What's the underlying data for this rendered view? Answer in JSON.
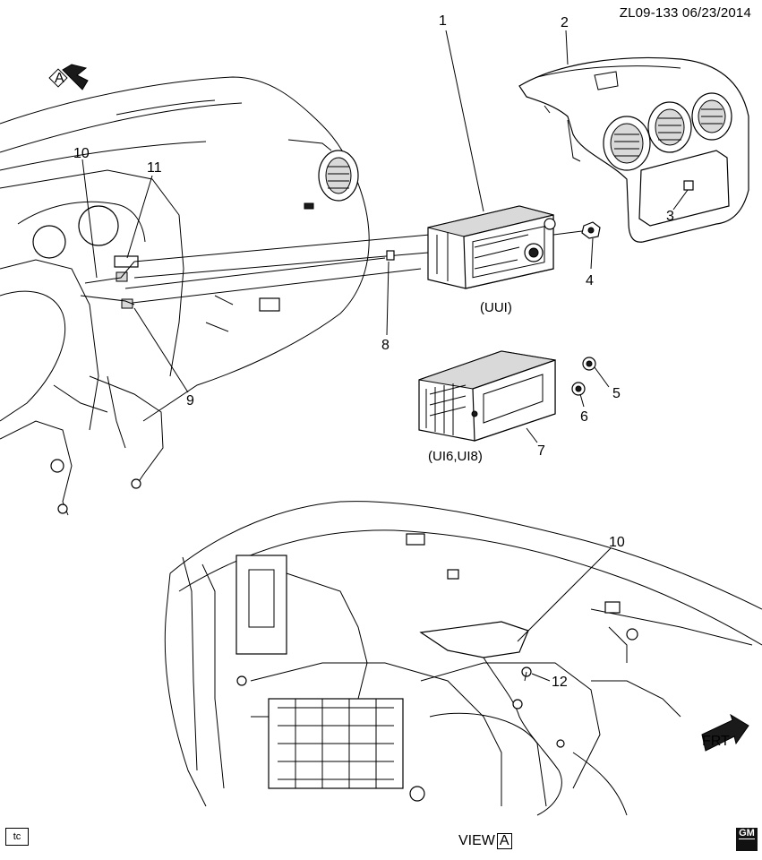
{
  "header": {
    "code": "ZL09-133",
    "date": "06/23/2014"
  },
  "view": {
    "label": "VIEW",
    "letter": "A"
  },
  "view_arrow": {
    "letter": "A"
  },
  "variants": {
    "uui": "(UUI)",
    "ui6_ui8": "(UI6,UI8)"
  },
  "callouts": {
    "c1": "1",
    "c2": "2",
    "c3": "3",
    "c4": "4",
    "c5": "5",
    "c6": "6",
    "c7": "7",
    "c8": "8",
    "c9": "9",
    "c10a": "10",
    "c10b": "10",
    "c11": "11",
    "c12": "12"
  },
  "footer": {
    "tc": "tc",
    "logo": "GM"
  },
  "front_arrow": {
    "label": "FRT"
  }
}
